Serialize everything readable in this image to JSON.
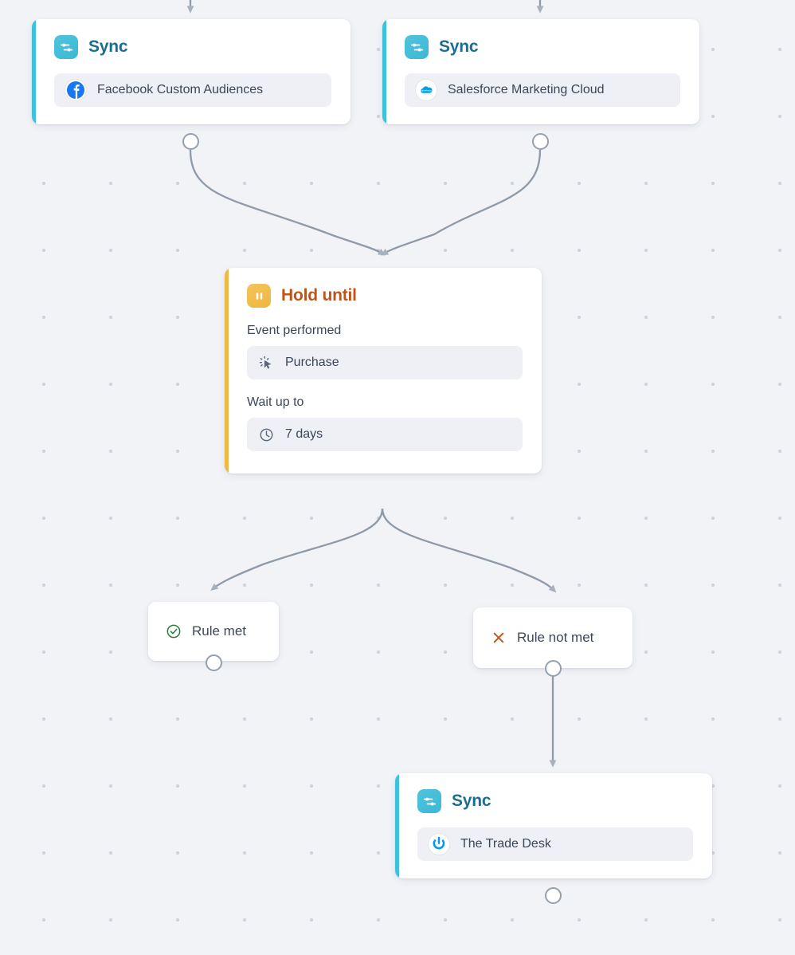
{
  "canvas": {
    "background_color": "#f1f3f7",
    "dot_color": "#ccd3dd",
    "edge_color": "#8e9aa8"
  },
  "nodes": [
    {
      "id": "sync-facebook",
      "type": "sync",
      "title": "Sync",
      "accent_color": "#3ec1dd",
      "title_color": "#1a6e8e",
      "icon": "sync-sliders-icon",
      "destination": {
        "label": "Facebook Custom Audiences",
        "logo": "facebook-logo-icon",
        "logo_color": "#1877f2"
      }
    },
    {
      "id": "sync-salesforce",
      "type": "sync",
      "title": "Sync",
      "accent_color": "#3ec1dd",
      "title_color": "#1a6e8e",
      "icon": "sync-sliders-icon",
      "destination": {
        "label": "Salesforce Marketing Cloud",
        "logo": "salesforce-cloud-logo-icon",
        "logo_color": "#00a1e0"
      }
    },
    {
      "id": "hold-until",
      "type": "hold",
      "title": "Hold until",
      "accent_color": "#efb949",
      "title_color": "#bf5318",
      "icon": "pause-icon",
      "fields": [
        {
          "label": "Event performed",
          "value": "Purchase",
          "icon": "click-cursor-icon"
        },
        {
          "label": "Wait up to",
          "value": "7 days",
          "icon": "clock-icon"
        }
      ]
    },
    {
      "id": "sync-tradedesk",
      "type": "sync",
      "title": "Sync",
      "accent_color": "#3ec1dd",
      "title_color": "#1a6e8e",
      "icon": "sync-sliders-icon",
      "destination": {
        "label": "The Trade Desk",
        "logo": "trade-desk-logo-icon",
        "logo_color": "#0099fa"
      }
    }
  ],
  "branches": [
    {
      "id": "rule-met",
      "label": "Rule met",
      "icon": "check-circle-icon",
      "icon_color": "#2e7d3b"
    },
    {
      "id": "rule-not-met",
      "label": "Rule not met",
      "icon": "cross-icon",
      "icon_color": "#c2551c"
    }
  ]
}
